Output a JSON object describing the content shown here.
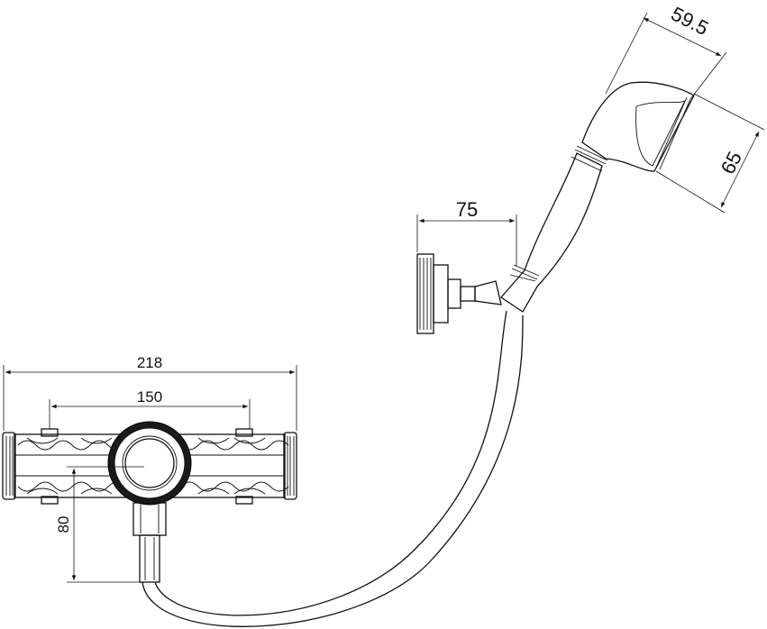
{
  "dimensions": {
    "mixer_width": "218",
    "center_distance": "150",
    "outlet_height": "80",
    "bracket_projection": "75",
    "handshower_head_width": "59.5",
    "handshower_head_depth": "65"
  }
}
